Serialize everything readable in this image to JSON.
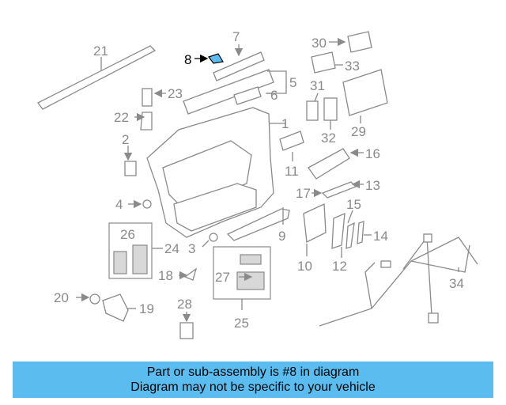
{
  "diagram": {
    "highlighted_part": "8",
    "highlight_color": "#5bbcf0",
    "callouts": [
      "1",
      "2",
      "3",
      "4",
      "5",
      "6",
      "7",
      "8",
      "9",
      "10",
      "11",
      "12",
      "13",
      "14",
      "15",
      "16",
      "17",
      "18",
      "19",
      "20",
      "21",
      "22",
      "23",
      "24",
      "25",
      "26",
      "27",
      "28",
      "29",
      "30",
      "31",
      "32",
      "33",
      "34"
    ]
  },
  "banner": {
    "line1": "Part or sub-assembly is #8 in diagram",
    "line2": "Diagram may not be specific to your vehicle",
    "color": "#5bbcf0"
  }
}
